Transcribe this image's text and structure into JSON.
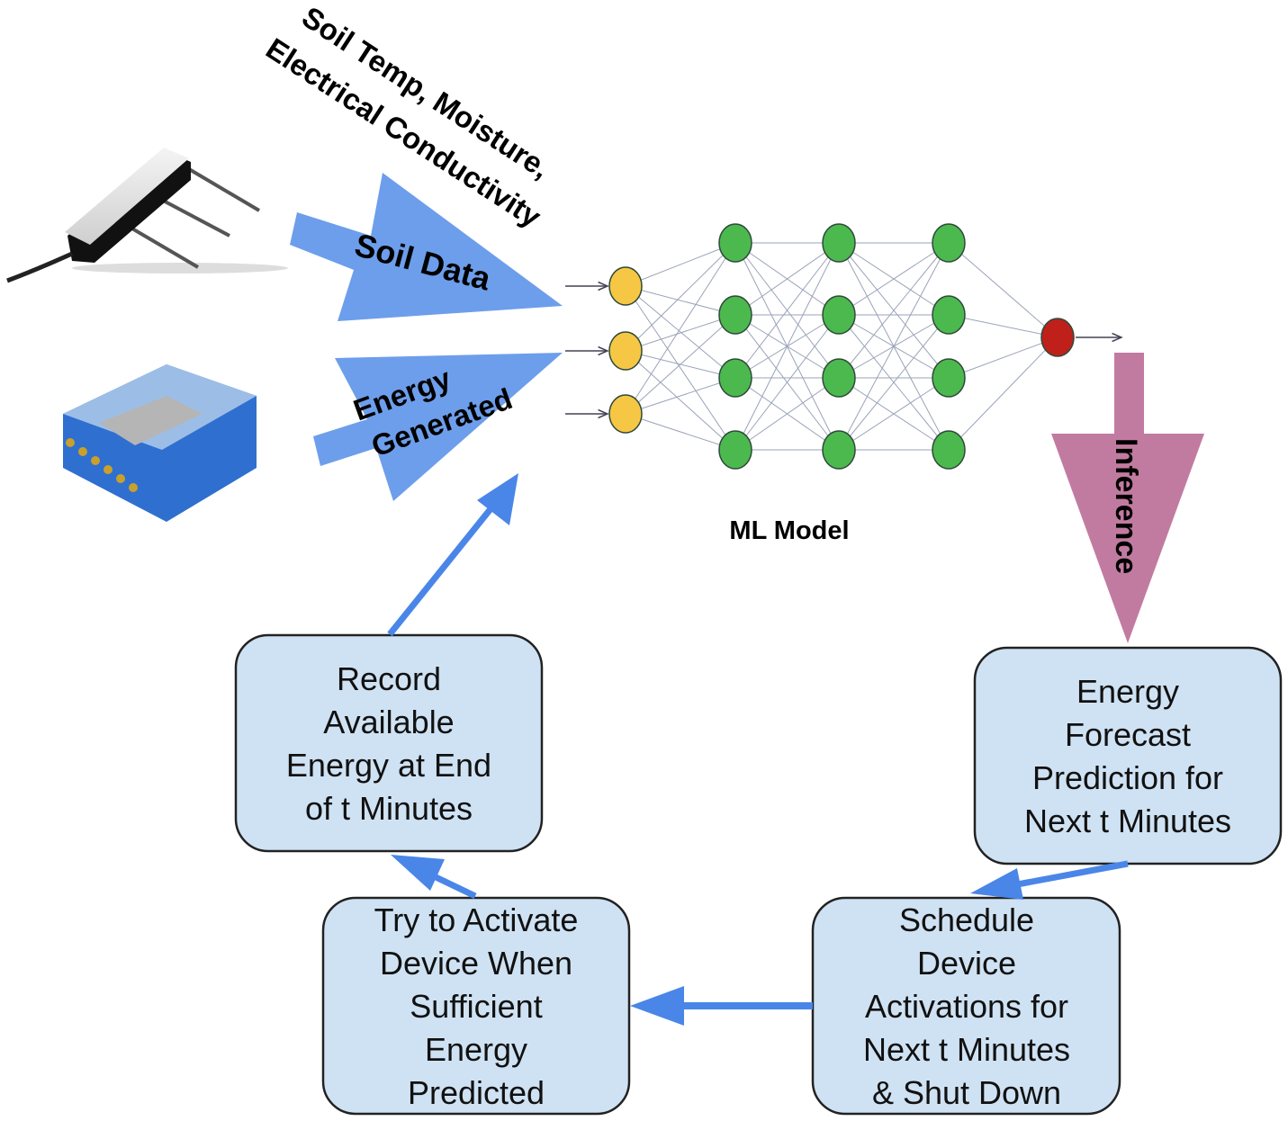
{
  "inputs": {
    "sensor_caption_line1": "Soil Temp, Moisture,",
    "sensor_caption_line2": "Electrical Conductivity",
    "soil_arrow_label": "Soil Data",
    "energy_arrow_label_line1": "Energy",
    "energy_arrow_label_line2": "Generated"
  },
  "model": {
    "label": "ML Model",
    "layers": [
      3,
      4,
      4,
      4,
      1
    ]
  },
  "inference_label": "Inference",
  "boxes": {
    "record": [
      "Record",
      "Available",
      "Energy at End",
      "of t Minutes"
    ],
    "forecast": [
      "Energy",
      "Forecast",
      "Prediction for",
      "Next t Minutes"
    ],
    "schedule": [
      "Schedule",
      "Device",
      "Activations for",
      "Next t Minutes",
      "& Shut Down"
    ],
    "activate": [
      "Try to Activate",
      "Device When",
      "Sufficient",
      "Energy",
      "Predicted"
    ]
  },
  "colors": {
    "arrow_blue": "#4a86e8",
    "input_arrow_blue": "#6d9eeb",
    "inference_pink": "#c27ba0",
    "box_fill": "#cfe2f3",
    "input_node": "#f6c744",
    "hidden_node": "#4cb94f",
    "output_node": "#c0201a"
  }
}
